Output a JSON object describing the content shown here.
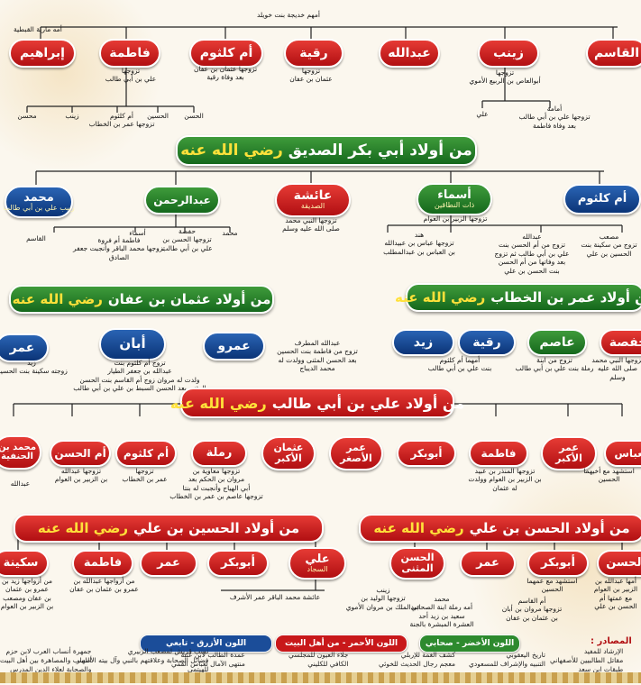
{
  "colors": {
    "red": "#c8181a",
    "blue": "#1b4d99",
    "green": "#2d8a2e",
    "gold": "#ffe13a"
  },
  "top": {
    "mother_khadija": "أمهم خديجة بنت خويلد",
    "mother_maria": "أمه مارية القبطية"
  },
  "prophet_children": [
    {
      "name": "إبراهيم"
    },
    {
      "name": "فاطمة",
      "note": "تزوجها\nعلي بن أبي طالب"
    },
    {
      "name": "أم كلثوم",
      "note": "تزوجها عثمان بن عفان\nبعد وفاة رقية"
    },
    {
      "name": "رقية",
      "note": "تزوجها\nعثمان بن عفان"
    },
    {
      "name": "عبدالله"
    },
    {
      "name": "زينب",
      "note": "تزوجها\nأبوالعاص بن الربيع الأموي"
    },
    {
      "name": "القاسم"
    }
  ],
  "fatima_children": [
    "محسن",
    "زينب",
    "أم كلثوم\nتزوجها عمر بن الخطاب",
    "الحسين",
    "الحسن"
  ],
  "zainab_children": [
    "علي",
    "أمامة\nتزوجها علي بن أبي طالب\nبعد وفاة فاطمة"
  ],
  "banners": {
    "abubakr": {
      "text": "من أولاد أبي بكر الصديق",
      "hl": "رضي الله عنه"
    },
    "uthman": {
      "text": "من أولاد عثمان بن عفان",
      "hl": "رضي الله عنه"
    },
    "umar": {
      "text": "من أولاد عمر بن الخطاب",
      "hl": "رضي الله عنه"
    },
    "ali": {
      "text": "من أولاد علي بن أبي طالب",
      "hl": "رضي الله عنه"
    },
    "husayn": {
      "text": "من أولاد الحسين بن علي",
      "hl": "رضي الله عنه"
    },
    "hasan": {
      "text": "من أولاد الحسن بن علي",
      "hl": "رضي الله عنه"
    }
  },
  "abubakr_children": [
    {
      "name": "محمد",
      "sub": "ربيب علي بن أبي طالب",
      "note": "القاسم"
    },
    {
      "name": "عبدالرحمن",
      "note": "حفصة\nتزوجها الحسن بن\nعلي بن أبي طالب"
    },
    {
      "name": "عائشة",
      "sub": "الصديقة",
      "note": "تزوجها النبي محمد\nصلى الله عليه وسلم"
    },
    {
      "name": "أسماء",
      "sub": "ذات النطاقين",
      "note": "تزوجها الزبير بن العوام"
    },
    {
      "name": "أم كلثوم"
    }
  ],
  "abubakr_notes": {
    "mohammad_fatima": "فاطمة أم فروة\nتزوجها محمد الباقر وأنجبت جعفر الصادق",
    "asma": "أسماء",
    "mohammad2": "محمد",
    "hind": "هند\nتزوجها عباس بن عبيدالله\nبن العباس بن عبدالمطلب",
    "abdullah": "عبدالله\nتزوج من أم الحسن بنت\nعلي بن أبي طالب ثم تزوج\nبعد وفاتها من أم الحسن\nبنت الحسن بن علي",
    "musab": "مصعب\nتزوج من سكينة بنت\nالحسين بن علي"
  },
  "uthman_children": [
    {
      "name": "عمر",
      "note": "زيد\nزوجته سكينة بنت الحسين"
    },
    {
      "name": "أبان",
      "note": "تزوج أم كلثوم بنت\nعبدالله بن جعفر الطيار\nولدت له مروان زوج أم القاسم بنت الحسن\nالمثنى بعد الحسن السبط بن علي بن أبي طالب"
    },
    {
      "name": "عمرو",
      "note": "عبدالله المطرف\nتزوج من فاطمة بنت الحسين\nبعد الحسن المثنى وولدت له\nمحمد الديباج"
    }
  ],
  "umar_children": [
    {
      "name": "زيد"
    },
    {
      "name": "رقية",
      "note": "أمهما أم كلثوم\nبنت علي بن أبي طالب"
    },
    {
      "name": "عاصم",
      "note": "تزوج من ابنة\nرملة بنت علي بن أبي طالب"
    },
    {
      "name": "حفصة",
      "note": "تزوجها النبي محمد\nصلى الله عليه وسلم"
    }
  ],
  "ali_children": [
    {
      "name": "محمد بن\nالحنفية",
      "note": "عبدالله"
    },
    {
      "name": "أم الحسن",
      "note": "تزوجها عبدالله\nبن الزبير بن العوام"
    },
    {
      "name": "أم كلثوم",
      "note": "تزوجها\nعمر بن الخطاب"
    },
    {
      "name": "رملة",
      "note": "تزوجها معاوية بن\nمروان بن الحكم بعد\nأبي الهياج وأنجبت له بنتا\nتزوجها عاصم بن عمر بن الخطاب"
    },
    {
      "name": "عثمان\nالأكبر"
    },
    {
      "name": "عمر\nالأصغر"
    },
    {
      "name": "أبوبكر"
    },
    {
      "name": "فاطمة",
      "note": "تزوجها المنذر بن عبيد\nبن الزبير بن العوام وولدت\nله عثمان"
    },
    {
      "name": "عمر\nالأكبر"
    },
    {
      "name": "العباس",
      "note": "استشهد مع أخيهما\nالحسين"
    }
  ],
  "husayn_children": [
    {
      "name": "سكينة",
      "note": "من أزواجها زيد بن\nعمرو بن عثمان\nبن عفان ومصعب\nبن الزبير بن العوام"
    },
    {
      "name": "فاطمة",
      "note": "من أزواجها عبدالله بن\nعمرو بن عثمان بن عفان"
    },
    {
      "name": "عمر"
    },
    {
      "name": "أبوبكر"
    },
    {
      "name": "علي",
      "sub": "السجاد",
      "note": "عائشة   محمد الباقر   عمر الأشرف"
    }
  ],
  "hasan_children": [
    {
      "name": "الحسن\nالمثنى",
      "note": "زينب\nتزوجها الوليد بن\nعبدالملك بن مروان الأموي"
    },
    {
      "name": "عمر"
    },
    {
      "name": "أبوبكر",
      "note": "استشهد مع عمهما\nالحسين"
    },
    {
      "name": "الحسن"
    }
  ],
  "hasan_notes": {
    "mohammad": "محمد\nأمه رملة ابنة الصحابي\nسعيد بن زيد أحد\nالعشرة المبشرة بالجنة",
    "qasim": "أم القاسم\nتزوجها مروان بن أبان\nبن عثمان بن عفان",
    "hasan_far": "أمها عبدالله بن\nالزبير بن العوام\nمع عمتها أم\nالحسن بن علي"
  },
  "legend": {
    "blue": "اللون الأزرق - تابعي",
    "red": "اللون الأحمر - من أهل البيت",
    "green": "اللون الأخضر - صحابي",
    "sources_title": "المصادر :"
  },
  "sources": [
    [
      "تاريخ اليعقوبي",
      "التنبيه والإشراف للمسعودي"
    ],
    [
      "كشف الغمة للإربلي",
      "معجم رجال الحديث للخوئي"
    ],
    [
      "جلاء العيون للمجلسي",
      "الكافي للكليني"
    ],
    [
      "عمدة الطالب لابن عنبة",
      "منتهى الآمال لعباس القمي"
    ],
    [
      "جمهرة أنساب العرب لابن حزم",
      "النسب والمصاهرة بين أهل البيت"
    ],
    [
      "نسب قريش لمصعب الزبيري",
      "فضائل الصحابة وعلاقتهم بالنبي وآل بيته الأطهار"
    ],
    [
      "والصحابة لعلاء الدين المدرس",
      "للهيتمي"
    ],
    [
      "الإرشاد للمفيد",
      "مقاتل الطالبيين للأصفهاني",
      "طبقات ابن سعد"
    ]
  ]
}
